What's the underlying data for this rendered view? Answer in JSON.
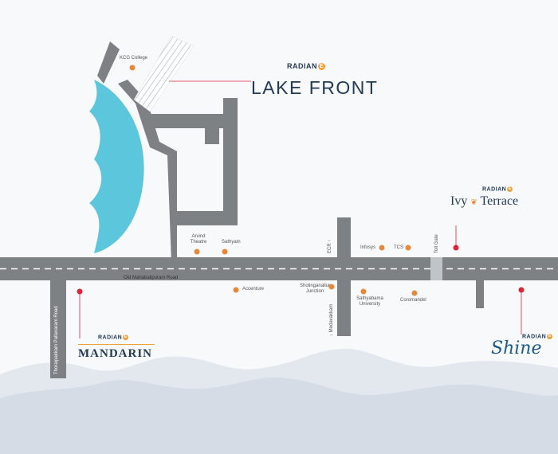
{
  "colors": {
    "background": "#f7f9fb",
    "road": "#7e8184",
    "lake": "#5cc6dc",
    "marker_orange": "#e8893a",
    "marker_red": "#d8283a",
    "brand_navy": "#233a55",
    "brand_accent": "#f0a23a",
    "hills": "#d7dde7"
  },
  "roads": {
    "main": "Old Mahabalipuram Road",
    "vertical_left": "Thoraipakkam Pallavaram Road",
    "ecr": "ECR ↑",
    "medavakkam": "↓ Medavakkam",
    "toll": "Toll Gate"
  },
  "landmarks": {
    "kcg": "KCG College",
    "arvind_l1": "Arvind",
    "arvind_l2": "Theatre",
    "sathyam": "Sathyam",
    "accenture": "Accenture",
    "sholinganallur_l1": "Sholinganallur",
    "sholinganallur_l2": "Junction",
    "infosys": "Infosys",
    "tcs": "TCS",
    "sathyabama_l1": "Sathyabama",
    "sathyabama_l2": "University",
    "coromandel": "Coromandel"
  },
  "projects": {
    "brand": "RADIAN",
    "brand_e": "E",
    "lake_front": "LAKE FRONT",
    "ivy": "Ivy",
    "terrace": "Terrace",
    "mandarin": "MANDARIN",
    "shine": "Shine"
  }
}
